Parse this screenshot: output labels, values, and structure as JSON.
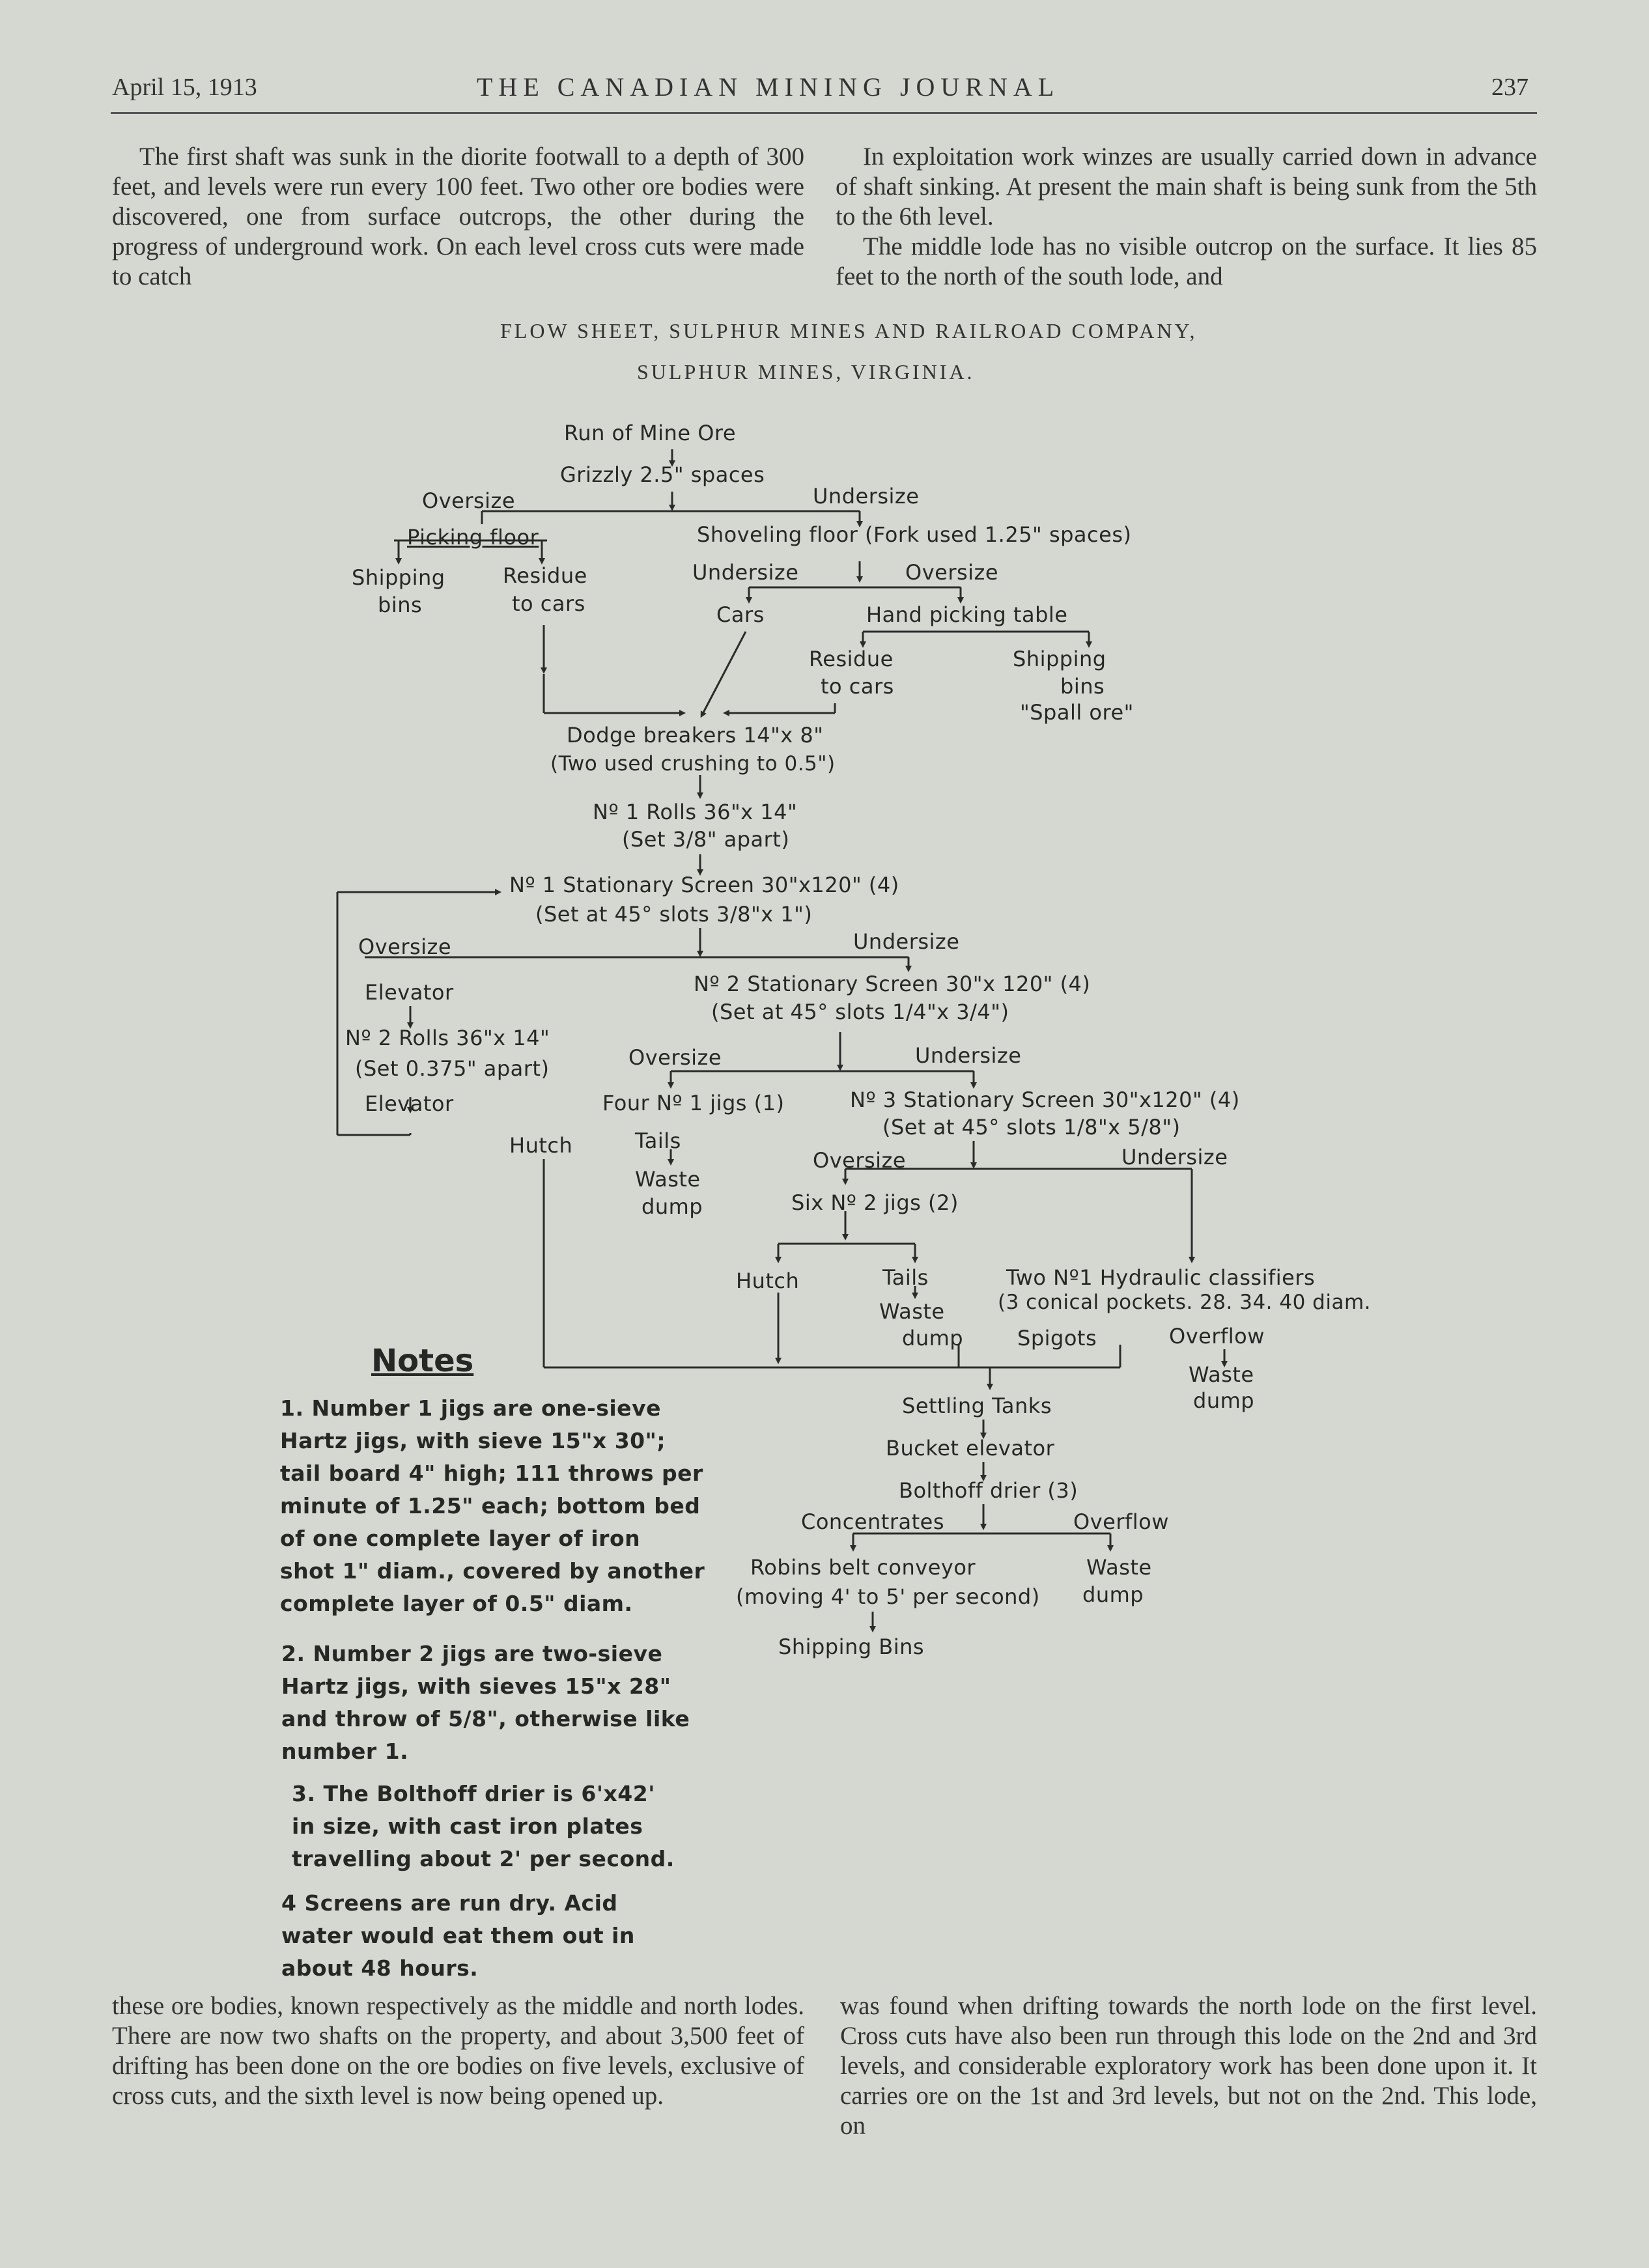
{
  "header": {
    "date": "April 15, 1913",
    "title": "THE CANADIAN MINING JOURNAL",
    "page": "237"
  },
  "top_left": "The first shaft was sunk in the diorite footwall to a depth of 300 feet, and levels were run every 100 feet. Two other ore bodies were discovered, one from surface outcrops, the other during the progress of underground work. On each level cross cuts were made to catch",
  "top_right": [
    "In exploitation work winzes are usually carried down in advance of shaft sinking. At present the main shaft is being sunk from the 5th to the 6th level.",
    "The middle lode has no visible outcrop on the surface. It lies 85 feet to the north of the south lode, and"
  ],
  "caption": {
    "line1": "FLOW SHEET, SULPHUR MINES AND RAILROAD COMPANY,",
    "line2": "SULPHUR MINES, VIRGINIA."
  },
  "flow": {
    "run_of_mine": "Run of Mine Ore",
    "grizzly": "Grizzly 2.5\" spaces",
    "oversize_1": "Oversize",
    "undersize_1": "Undersize",
    "picking_floor": "Picking floor",
    "shipping_bins_1a": "Shipping",
    "shipping_bins_1b": "bins",
    "residue_1a": "Residue",
    "residue_1b": "to cars",
    "shoveling_floor": "Shoveling floor (Fork used 1.25\" spaces)",
    "undersize_2": "Undersize",
    "oversize_2": "Oversize",
    "cars": "Cars",
    "hand_picking": "Hand picking table",
    "residue_2a": "Residue",
    "residue_2b": "to cars",
    "shipping_bins_2a": "Shipping",
    "shipping_bins_2b": "bins",
    "spall_ore": "\"Spall ore\"",
    "dodge": "Dodge breakers 14\"x 8\"",
    "dodge_note": "(Two used crushing to 0.5\")",
    "rolls1": "Nº 1 Rolls 36\"x 14\"",
    "rolls1_set": "(Set 3/8\" apart)",
    "screen1": "Nº 1 Stationary Screen 30\"x120\" (4)",
    "screen1_set": "(Set at 45° slots 3/8\"x 1\")",
    "oversize_3": "Oversize",
    "undersize_3": "Undersize",
    "elevator_1": "Elevator",
    "rolls2": "Nº 2 Rolls 36\"x 14\"",
    "rolls2_set": "(Set 0.375\" apart)",
    "elevator_2": "Elevator",
    "screen2": "Nº 2 Stationary Screen 30\"x 120\" (4)",
    "screen2_set": "(Set at 45° slots 1/4\"x 3/4\")",
    "oversize_4": "Oversize",
    "undersize_4": "Undersize",
    "four_jigs": "Four Nº 1 jigs (1)",
    "screen3": "Nº 3 Stationary Screen 30\"x120\" (4)",
    "screen3_set": "(Set at 45° slots 1/8\"x 5/8\")",
    "hutch_1": "Hutch",
    "tails_1": "Tails",
    "waste_1a": "Waste",
    "waste_1b": "dump",
    "oversize_5": "Oversize",
    "undersize_5": "Undersize",
    "six_jigs": "Six Nº 2 jigs (2)",
    "hutch_2": "Hutch",
    "tails_2": "Tails",
    "waste_2a": "Waste",
    "waste_2b": "dump",
    "classifiers": "Two Nº1 Hydraulic classifiers",
    "classifiers_note": "(3 conical pockets. 28. 34. 40 diam.",
    "spigots": "Spigots",
    "overflow_1": "Overflow",
    "waste_3a": "Waste",
    "waste_3b": "dump",
    "settling": "Settling Tanks",
    "bucket": "Bucket elevator",
    "drier": "Bolthoff drier (3)",
    "concentrates": "Concentrates",
    "overflow_2": "Overflow",
    "robins": "Robins belt conveyor",
    "robins_note": "(moving 4' to 5' per second)",
    "waste_4a": "Waste",
    "waste_4b": "dump",
    "shipping_final": "Shipping Bins"
  },
  "notes": {
    "title": "Notes",
    "n1": [
      "1. Number 1 jigs are one-sieve",
      "Hartz jigs, with sieve 15\"x 30\";",
      "tail board 4\" high; 111 throws per",
      "minute of 1.25\" each; bottom bed",
      "of one complete layer of iron",
      "shot 1\" diam., covered by another",
      "complete layer of 0.5\" diam."
    ],
    "n2": [
      "2. Number 2 jigs are two-sieve",
      "Hartz jigs, with sieves 15\"x 28\"",
      "and throw of 5/8\", otherwise like",
      "number 1."
    ],
    "n3": [
      "3. The Bolthoff drier is 6'x42'",
      "in size, with cast iron plates",
      "travelling about 2' per second."
    ],
    "n4": [
      "4 Screens are run dry. Acid",
      "water would eat them out in",
      "about 48 hours."
    ]
  },
  "bottom_left": "these ore bodies, known respectively as the middle and north lodes. There are now two shafts on the property, and about 3,500 feet of drifting has been done on the ore bodies on five levels, exclusive of cross cuts, and the sixth level is now being opened up.",
  "bottom_right": "was found when drifting towards the north lode on the first level. Cross cuts have also been run through this lode on the 2nd and 3rd levels, and considerable exploratory work has been done upon it. It carries ore on the 1st and 3rd levels, but not on the 2nd. This lode, on"
}
